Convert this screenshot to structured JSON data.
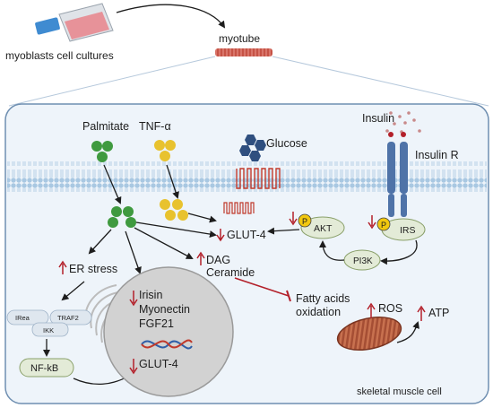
{
  "labels": {
    "myoblasts": "myoblasts cell cultures",
    "myotube": "myotube",
    "palmitate": "Palmitate",
    "tnf": "TNF-α",
    "glucose": "Glucose",
    "insulin": "Insulin",
    "insulin_r": "Insulin R",
    "akt": "AKT",
    "irs": "IRS",
    "pi3k": "PI3K",
    "glut4_membrane": "GLUT-4",
    "p_marker": "P",
    "er_stress": "ER stress",
    "dag": "DAG",
    "ceramide": "Ceramide",
    "fatty_acids": "Fatty acids",
    "oxidation": "oxidation",
    "irisin": "Irisin",
    "myonectin": "Myonectin",
    "fgf21": "FGF21",
    "glut4_nucleus": "GLUT-4",
    "irea": "IRea",
    "traf2": "TRAF2",
    "ikk": "IKK",
    "nfkb": "NF-kB",
    "ros": "ROS",
    "atp": "ATP",
    "skeletal": "skeletal muscle cell"
  },
  "colors": {
    "membrane": "#a9c8e2",
    "cell_fill": "#eef4fa",
    "cell_border": "#6f8fb1",
    "down_arrow": "#b3202a",
    "up_arrow": "#b3202a",
    "palmitate": "#3f9a3f",
    "tnf": "#e8c22e",
    "glucose": "#2f4f7f",
    "receptor": "#4f73a8",
    "nucleus": "#d2d2d2",
    "mito": "#b35c3c",
    "phospho": "#f2c80f"
  }
}
